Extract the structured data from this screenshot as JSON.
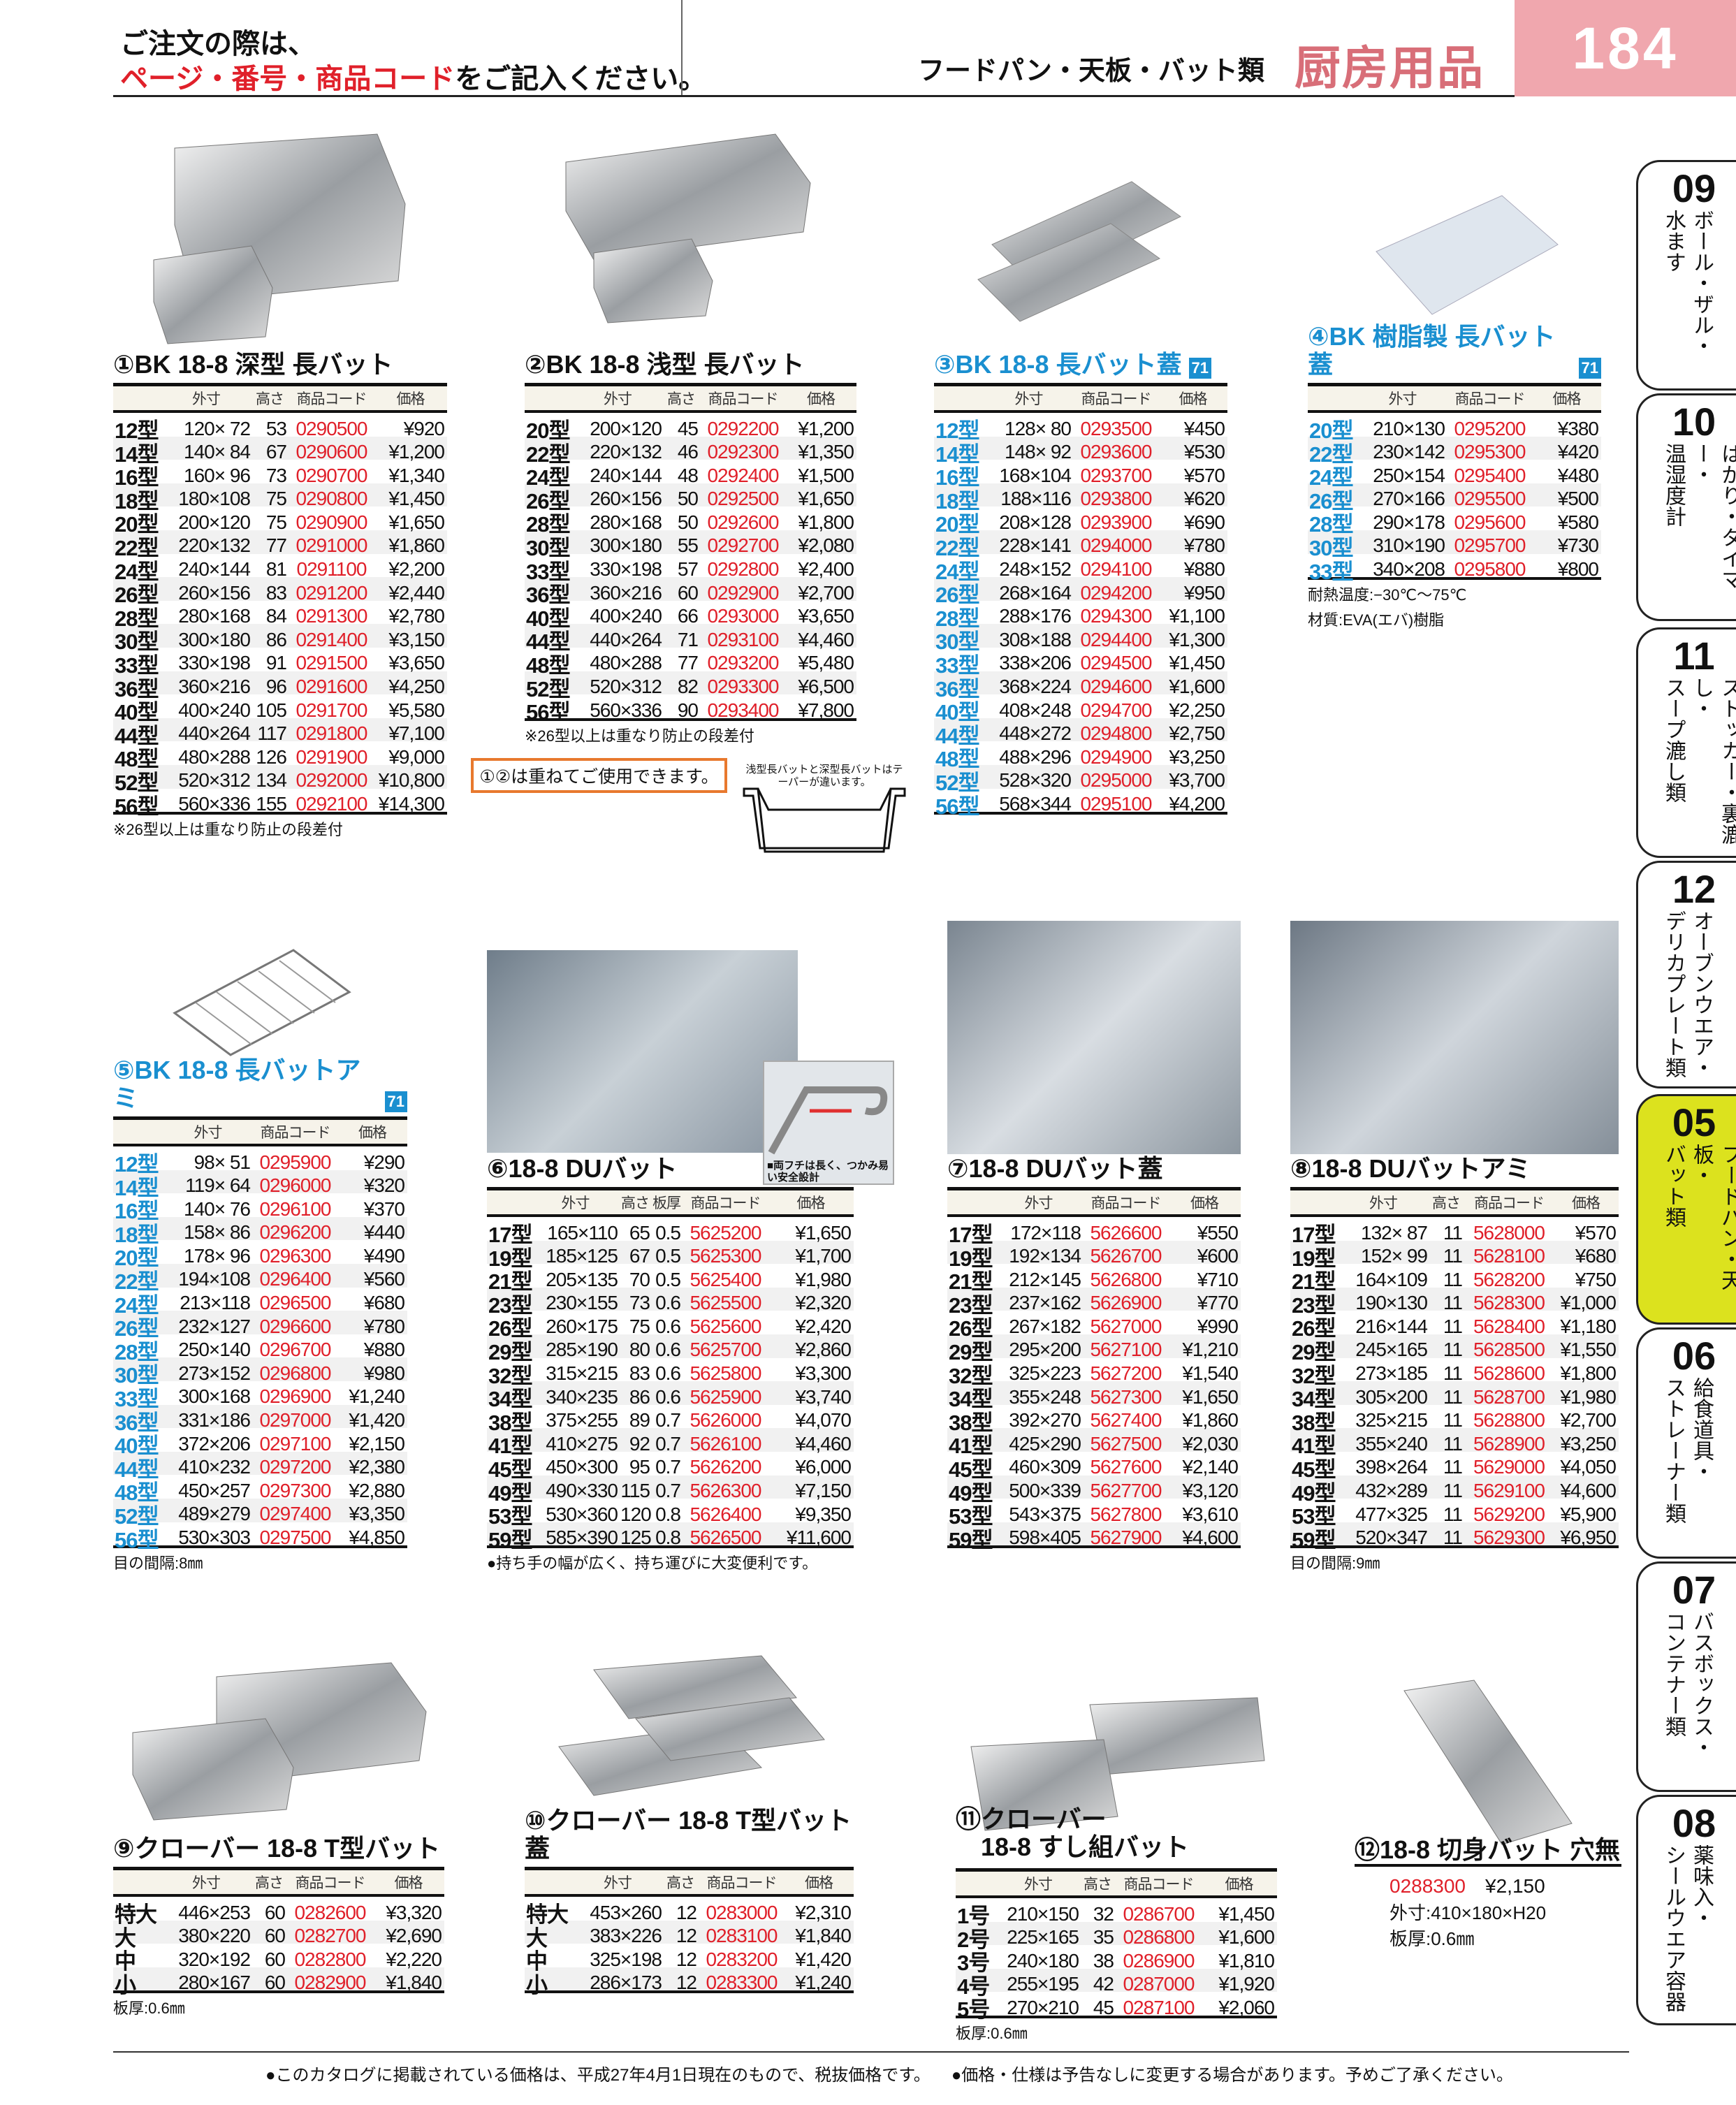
{
  "header": {
    "note_line1": "ご注文の際は、",
    "note_line2_red": "ページ・番号・商品コード",
    "note_line2_rest": "をご記入ください。",
    "category": "フードパン・天板・バット類",
    "section": "厨房用品",
    "page_number": "184"
  },
  "colors": {
    "code": "#e0202a",
    "blue_model": "#1a8fd0",
    "page_tab": "#f0a7ae",
    "active_tab": "#dce21e",
    "stack_box": "#e8792e"
  },
  "products": [
    {
      "title": "①BK 18-8 深型 長バット",
      "columns": [
        "",
        "外寸",
        "高さ",
        "商品コード",
        "価格"
      ],
      "rows": [
        [
          "12型",
          "120× 72",
          "53",
          "0290500",
          "¥920"
        ],
        [
          "14型",
          "140× 84",
          "67",
          "0290600",
          "¥1,200"
        ],
        [
          "16型",
          "160× 96",
          "73",
          "0290700",
          "¥1,340"
        ],
        [
          "18型",
          "180×108",
          "75",
          "0290800",
          "¥1,450"
        ],
        [
          "20型",
          "200×120",
          "75",
          "0290900",
          "¥1,650"
        ],
        [
          "22型",
          "220×132",
          "77",
          "0291000",
          "¥1,860"
        ],
        [
          "24型",
          "240×144",
          "81",
          "0291100",
          "¥2,200"
        ],
        [
          "26型",
          "260×156",
          "83",
          "0291200",
          "¥2,440"
        ],
        [
          "28型",
          "280×168",
          "84",
          "0291300",
          "¥2,780"
        ],
        [
          "30型",
          "300×180",
          "86",
          "0291400",
          "¥3,150"
        ],
        [
          "33型",
          "330×198",
          "91",
          "0291500",
          "¥3,650"
        ],
        [
          "36型",
          "360×216",
          "96",
          "0291600",
          "¥4,250"
        ],
        [
          "40型",
          "400×240",
          "105",
          "0291700",
          "¥5,580"
        ],
        [
          "44型",
          "440×264",
          "117",
          "0291800",
          "¥7,100"
        ],
        [
          "48型",
          "480×288",
          "126",
          "0291900",
          "¥9,000"
        ],
        [
          "52型",
          "520×312",
          "134",
          "0292000",
          "¥10,800"
        ],
        [
          "56型",
          "560×336",
          "155",
          "0292100",
          "¥14,300"
        ]
      ],
      "notes": [
        "※26型以上は重なり防止の段差付"
      ]
    },
    {
      "title": "②BK 18-8 浅型 長バット",
      "columns": [
        "",
        "外寸",
        "高さ",
        "商品コード",
        "価格"
      ],
      "rows": [
        [
          "20型",
          "200×120",
          "45",
          "0292200",
          "¥1,200"
        ],
        [
          "22型",
          "220×132",
          "46",
          "0292300",
          "¥1,350"
        ],
        [
          "24型",
          "240×144",
          "48",
          "0292400",
          "¥1,500"
        ],
        [
          "26型",
          "260×156",
          "50",
          "0292500",
          "¥1,650"
        ],
        [
          "28型",
          "280×168",
          "50",
          "0292600",
          "¥1,800"
        ],
        [
          "30型",
          "300×180",
          "55",
          "0292700",
          "¥2,080"
        ],
        [
          "33型",
          "330×198",
          "57",
          "0292800",
          "¥2,400"
        ],
        [
          "36型",
          "360×216",
          "60",
          "0292900",
          "¥2,700"
        ],
        [
          "40型",
          "400×240",
          "66",
          "0293000",
          "¥3,650"
        ],
        [
          "44型",
          "440×264",
          "71",
          "0293100",
          "¥4,460"
        ],
        [
          "48型",
          "480×288",
          "77",
          "0293200",
          "¥5,480"
        ],
        [
          "52型",
          "520×312",
          "82",
          "0293300",
          "¥6,500"
        ],
        [
          "56型",
          "560×336",
          "90",
          "0293400",
          "¥7,800"
        ]
      ],
      "notes": [
        "※26型以上は重なり防止の段差付"
      ]
    },
    {
      "title": "③BK 18-8 長バット蓋",
      "badge": "71",
      "blue": true,
      "columns": [
        "",
        "外寸",
        "商品コード",
        "価格"
      ],
      "rows": [
        [
          "12型",
          "128× 80",
          "0293500",
          "¥450"
        ],
        [
          "14型",
          "148× 92",
          "0293600",
          "¥530"
        ],
        [
          "16型",
          "168×104",
          "0293700",
          "¥570"
        ],
        [
          "18型",
          "188×116",
          "0293800",
          "¥620"
        ],
        [
          "20型",
          "208×128",
          "0293900",
          "¥690"
        ],
        [
          "22型",
          "228×141",
          "0294000",
          "¥780"
        ],
        [
          "24型",
          "248×152",
          "0294100",
          "¥880"
        ],
        [
          "26型",
          "268×164",
          "0294200",
          "¥950"
        ],
        [
          "28型",
          "288×176",
          "0294300",
          "¥1,100"
        ],
        [
          "30型",
          "308×188",
          "0294400",
          "¥1,300"
        ],
        [
          "33型",
          "338×206",
          "0294500",
          "¥1,450"
        ],
        [
          "36型",
          "368×224",
          "0294600",
          "¥1,600"
        ],
        [
          "40型",
          "408×248",
          "0294700",
          "¥2,250"
        ],
        [
          "44型",
          "448×272",
          "0294800",
          "¥2,750"
        ],
        [
          "48型",
          "488×296",
          "0294900",
          "¥3,250"
        ],
        [
          "52型",
          "528×320",
          "0295000",
          "¥3,700"
        ],
        [
          "56型",
          "568×344",
          "0295100",
          "¥4,200"
        ]
      ],
      "notes": []
    },
    {
      "title": "④BK 樹脂製 長バット蓋",
      "badge": "71",
      "blue": true,
      "columns": [
        "",
        "外寸",
        "商品コード",
        "価格"
      ],
      "rows": [
        [
          "20型",
          "210×130",
          "0295200",
          "¥380"
        ],
        [
          "22型",
          "230×142",
          "0295300",
          "¥420"
        ],
        [
          "24型",
          "250×154",
          "0295400",
          "¥480"
        ],
        [
          "26型",
          "270×166",
          "0295500",
          "¥500"
        ],
        [
          "28型",
          "290×178",
          "0295600",
          "¥580"
        ],
        [
          "30型",
          "310×190",
          "0295700",
          "¥730"
        ],
        [
          "33型",
          "340×208",
          "0295800",
          "¥800"
        ]
      ],
      "notes": [
        "耐熱温度:−30℃〜75℃",
        "材質:EVA(エバ)樹脂"
      ]
    },
    {
      "title": "⑤BK 18-8 長バットアミ",
      "badge": "71",
      "blue": true,
      "columns": [
        "",
        "外寸",
        "商品コード",
        "価格"
      ],
      "rows": [
        [
          "12型",
          "98× 51",
          "0295900",
          "¥290"
        ],
        [
          "14型",
          "119× 64",
          "0296000",
          "¥320"
        ],
        [
          "16型",
          "140× 76",
          "0296100",
          "¥370"
        ],
        [
          "18型",
          "158× 86",
          "0296200",
          "¥440"
        ],
        [
          "20型",
          "178× 96",
          "0296300",
          "¥490"
        ],
        [
          "22型",
          "194×108",
          "0296400",
          "¥560"
        ],
        [
          "24型",
          "213×118",
          "0296500",
          "¥680"
        ],
        [
          "26型",
          "232×127",
          "0296600",
          "¥780"
        ],
        [
          "28型",
          "250×140",
          "0296700",
          "¥880"
        ],
        [
          "30型",
          "273×152",
          "0296800",
          "¥980"
        ],
        [
          "33型",
          "300×168",
          "0296900",
          "¥1,240"
        ],
        [
          "36型",
          "331×186",
          "0297000",
          "¥1,420"
        ],
        [
          "40型",
          "372×206",
          "0297100",
          "¥2,150"
        ],
        [
          "44型",
          "410×232",
          "0297200",
          "¥2,380"
        ],
        [
          "48型",
          "450×257",
          "0297300",
          "¥2,880"
        ],
        [
          "52型",
          "489×279",
          "0297400",
          "¥3,350"
        ],
        [
          "56型",
          "530×303",
          "0297500",
          "¥4,850"
        ]
      ],
      "notes": [
        "目の間隔:8㎜"
      ]
    },
    {
      "title": "⑥18-8 DUバット",
      "columns": [
        "",
        "外寸",
        "高さ",
        "板厚",
        "商品コード",
        "価格"
      ],
      "rows": [
        [
          "17型",
          "165×110",
          "65",
          "0.5",
          "5625200",
          "¥1,650"
        ],
        [
          "19型",
          "185×125",
          "67",
          "0.5",
          "5625300",
          "¥1,700"
        ],
        [
          "21型",
          "205×135",
          "70",
          "0.5",
          "5625400",
          "¥1,980"
        ],
        [
          "23型",
          "230×155",
          "73",
          "0.6",
          "5625500",
          "¥2,320"
        ],
        [
          "26型",
          "260×175",
          "75",
          "0.6",
          "5625600",
          "¥2,420"
        ],
        [
          "29型",
          "285×190",
          "80",
          "0.6",
          "5625700",
          "¥2,860"
        ],
        [
          "32型",
          "315×215",
          "83",
          "0.6",
          "5625800",
          "¥3,300"
        ],
        [
          "34型",
          "340×235",
          "86",
          "0.6",
          "5625900",
          "¥3,740"
        ],
        [
          "38型",
          "375×255",
          "89",
          "0.7",
          "5626000",
          "¥4,070"
        ],
        [
          "41型",
          "410×275",
          "92",
          "0.7",
          "5626100",
          "¥4,460"
        ],
        [
          "45型",
          "450×300",
          "95",
          "0.7",
          "5626200",
          "¥6,000"
        ],
        [
          "49型",
          "490×330",
          "115",
          "0.7",
          "5626300",
          "¥7,150"
        ],
        [
          "53型",
          "530×360",
          "120",
          "0.8",
          "5626400",
          "¥9,350"
        ],
        [
          "59型",
          "585×390",
          "125",
          "0.8",
          "5626500",
          "¥11,600"
        ]
      ],
      "notes": [
        "●持ち手の幅が広く、持ち運びに大変便利です。"
      ]
    },
    {
      "title": "⑦18-8 DUバット蓋",
      "columns": [
        "",
        "外寸",
        "商品コード",
        "価格"
      ],
      "rows": [
        [
          "17型",
          "172×118",
          "5626600",
          "¥550"
        ],
        [
          "19型",
          "192×134",
          "5626700",
          "¥600"
        ],
        [
          "21型",
          "212×145",
          "5626800",
          "¥710"
        ],
        [
          "23型",
          "237×162",
          "5626900",
          "¥770"
        ],
        [
          "26型",
          "267×182",
          "5627000",
          "¥990"
        ],
        [
          "29型",
          "295×200",
          "5627100",
          "¥1,210"
        ],
        [
          "32型",
          "325×223",
          "5627200",
          "¥1,540"
        ],
        [
          "34型",
          "355×248",
          "5627300",
          "¥1,650"
        ],
        [
          "38型",
          "392×270",
          "5627400",
          "¥1,860"
        ],
        [
          "41型",
          "425×290",
          "5627500",
          "¥2,030"
        ],
        [
          "45型",
          "460×309",
          "5627600",
          "¥2,140"
        ],
        [
          "49型",
          "500×339",
          "5627700",
          "¥3,120"
        ],
        [
          "53型",
          "543×375",
          "5627800",
          "¥3,610"
        ],
        [
          "59型",
          "598×405",
          "5627900",
          "¥4,600"
        ]
      ],
      "notes": []
    },
    {
      "title": "⑧18-8 DUバットアミ",
      "columns": [
        "",
        "外寸",
        "高さ",
        "商品コード",
        "価格"
      ],
      "rows": [
        [
          "17型",
          "132× 87",
          "11",
          "5628000",
          "¥570"
        ],
        [
          "19型",
          "152× 99",
          "11",
          "5628100",
          "¥680"
        ],
        [
          "21型",
          "164×109",
          "11",
          "5628200",
          "¥750"
        ],
        [
          "23型",
          "190×130",
          "11",
          "5628300",
          "¥1,000"
        ],
        [
          "26型",
          "216×144",
          "11",
          "5628400",
          "¥1,180"
        ],
        [
          "29型",
          "245×165",
          "11",
          "5628500",
          "¥1,550"
        ],
        [
          "32型",
          "273×185",
          "11",
          "5628600",
          "¥1,800"
        ],
        [
          "34型",
          "305×200",
          "11",
          "5628700",
          "¥1,980"
        ],
        [
          "38型",
          "325×215",
          "11",
          "5628800",
          "¥2,700"
        ],
        [
          "41型",
          "355×240",
          "11",
          "5628900",
          "¥3,250"
        ],
        [
          "45型",
          "398×264",
          "11",
          "5629000",
          "¥4,050"
        ],
        [
          "49型",
          "432×289",
          "11",
          "5629100",
          "¥4,600"
        ],
        [
          "53型",
          "477×325",
          "11",
          "5629200",
          "¥5,900"
        ],
        [
          "59型",
          "520×347",
          "11",
          "5629300",
          "¥6,950"
        ]
      ],
      "notes": [
        "目の間隔:9㎜"
      ]
    },
    {
      "title": "⑨クローバー 18-8 T型バット",
      "columns": [
        "",
        "外寸",
        "高さ",
        "商品コード",
        "価格"
      ],
      "rows": [
        [
          "特大",
          "446×253",
          "60",
          "0282600",
          "¥3,320"
        ],
        [
          "大",
          "380×220",
          "60",
          "0282700",
          "¥2,690"
        ],
        [
          "中",
          "320×192",
          "60",
          "0282800",
          "¥2,220"
        ],
        [
          "小",
          "280×167",
          "60",
          "0282900",
          "¥1,840"
        ]
      ],
      "notes": [
        "板厚:0.6㎜"
      ]
    },
    {
      "title": "⑩クローバー 18-8 T型バット蓋",
      "columns": [
        "",
        "外寸",
        "高さ",
        "商品コード",
        "価格"
      ],
      "rows": [
        [
          "特大",
          "453×260",
          "12",
          "0283000",
          "¥2,310"
        ],
        [
          "大",
          "383×226",
          "12",
          "0283100",
          "¥1,840"
        ],
        [
          "中",
          "325×198",
          "12",
          "0283200",
          "¥1,420"
        ],
        [
          "小",
          "286×173",
          "12",
          "0283300",
          "¥1,240"
        ]
      ],
      "notes": []
    },
    {
      "title": "⑪クローバー\n　18-8 すし組バット",
      "columns": [
        "",
        "外寸",
        "高さ",
        "商品コード",
        "価格"
      ],
      "rows": [
        [
          "1号",
          "210×150",
          "32",
          "0286700",
          "¥1,450"
        ],
        [
          "2号",
          "225×165",
          "35",
          "0286800",
          "¥1,600"
        ],
        [
          "3号",
          "240×180",
          "38",
          "0286900",
          "¥1,810"
        ],
        [
          "4号",
          "255×195",
          "42",
          "0287000",
          "¥1,920"
        ],
        [
          "5号",
          "270×210",
          "45",
          "0287100",
          "¥2,060"
        ]
      ],
      "notes": [
        "板厚:0.6㎜"
      ]
    }
  ],
  "product12": {
    "title": "⑫18-8 切身バット 穴無",
    "code": "0288300",
    "price": "¥2,150",
    "size": "外寸:410×180×H20",
    "thickness": "板厚:0.6㎜"
  },
  "stack_note": "①②は重ねてご使用できます。",
  "taper_caption": "浅型長バットと深型長バットはテーパーが違います。",
  "du_inset_caption": "■両フチは長く、つかみ易い安全設計",
  "footer": [
    "●このカタログに掲載されている価格は、平成27年4月1日現在のもので、税抜価格です。",
    "●価格・仕様は予告なしに変更する場合があります。予めご了承ください。"
  ],
  "side_tabs": [
    {
      "num": "09",
      "lines": [
        "ボール・ザル・",
        "水ます"
      ]
    },
    {
      "num": "10",
      "lines": [
        "はかり・タイマー・",
        "温湿度計"
      ]
    },
    {
      "num": "11",
      "lines": [
        "ストッカー・裏漉し・",
        "スープ漉し類"
      ]
    },
    {
      "num": "12",
      "lines": [
        "オーブンウエア・",
        "デリカプレート類"
      ]
    },
    {
      "num": "05",
      "lines": [
        "フードパン・天板・",
        "バット類"
      ],
      "active": true
    },
    {
      "num": "06",
      "lines": [
        "給食道具・",
        "ストレーナー類"
      ]
    },
    {
      "num": "07",
      "lines": [
        "バスボックス・",
        "コンテナー類"
      ]
    },
    {
      "num": "08",
      "lines": [
        "薬味入・",
        "シールウエア容器"
      ]
    }
  ]
}
